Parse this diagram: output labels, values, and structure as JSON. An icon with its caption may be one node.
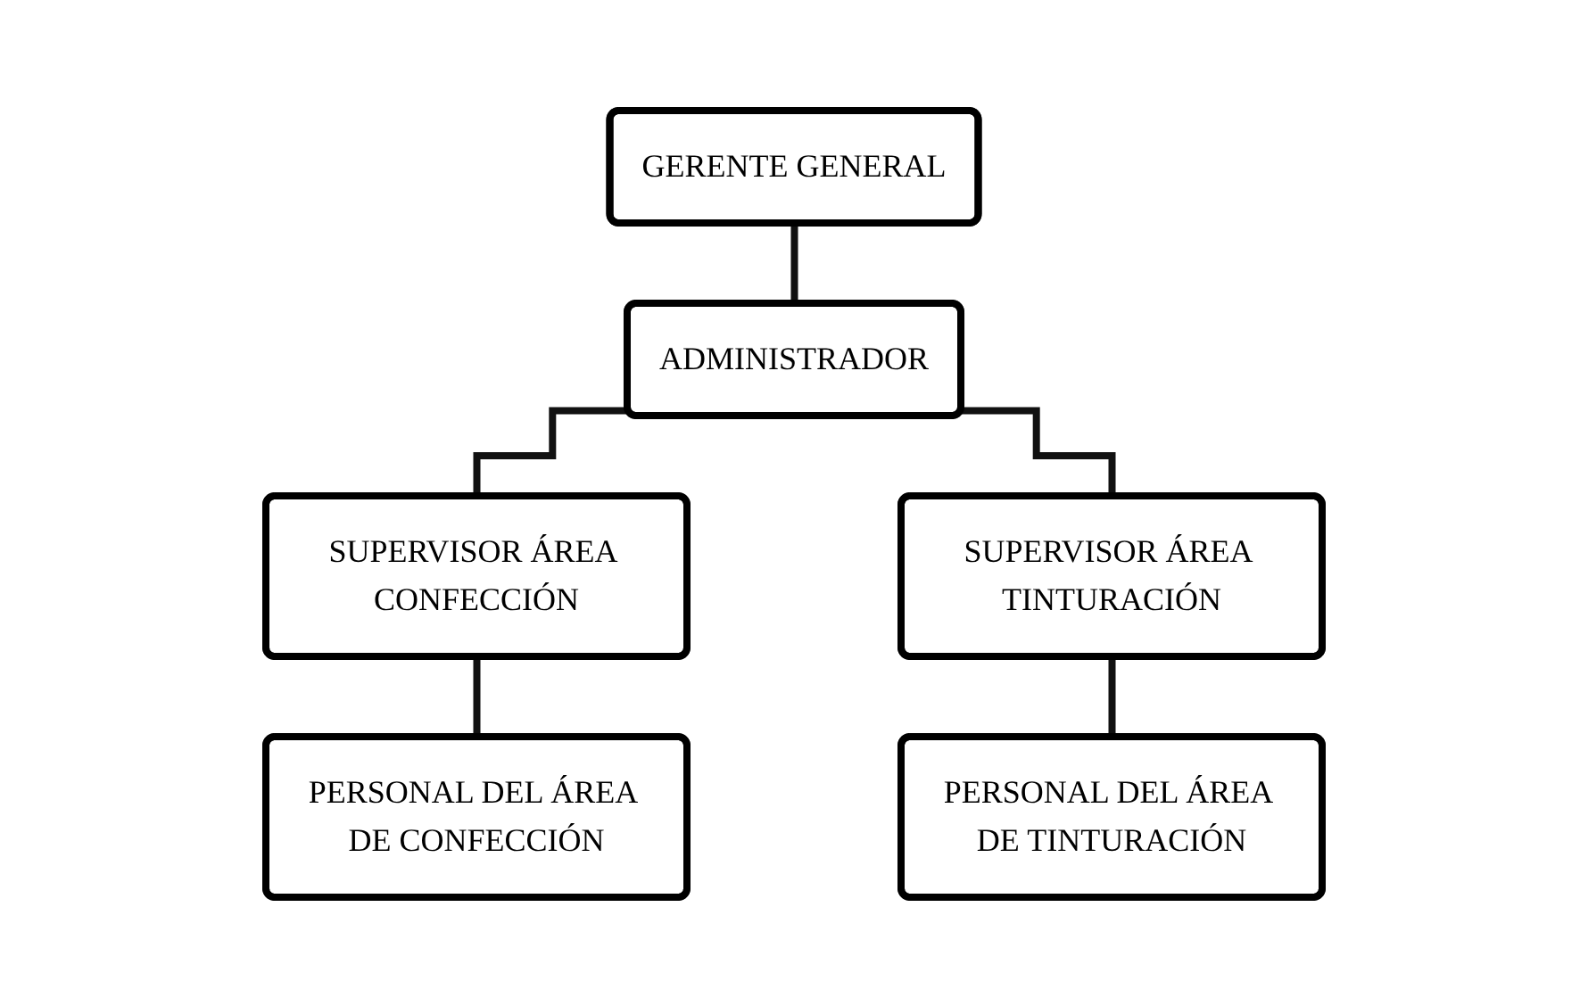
{
  "diagram": {
    "nodes": [
      {
        "text": [
          "GERENTE GENERAL"
        ]
      },
      {
        "text": [
          "ADMINISTRADOR"
        ]
      },
      {
        "text": [
          "SUPERVISOR ÁREA CONFECCIÓN"
        ]
      },
      {
        "text": [
          "SUPERVISOR ÁREA TINTURACIÓN"
        ]
      },
      {
        "text": [
          "PERSONAL DEL ÁREA DE CONFECCIÓN"
        ]
      },
      {
        "text": [
          "PERSONAL DEL ÁREA DE TINTURACIÓN"
        ]
      }
    ],
    "edges": [
      {
        "from": 0,
        "to": 1,
        "arrow": "none"
      },
      {
        "from": 1,
        "to": 2,
        "arrow": "none"
      },
      {
        "from": 1,
        "to": 3,
        "arrow": "none"
      },
      {
        "from": 2,
        "to": 4,
        "arrow": "none"
      },
      {
        "from": 3,
        "to": 5,
        "arrow": "none"
      }
    ]
  }
}
